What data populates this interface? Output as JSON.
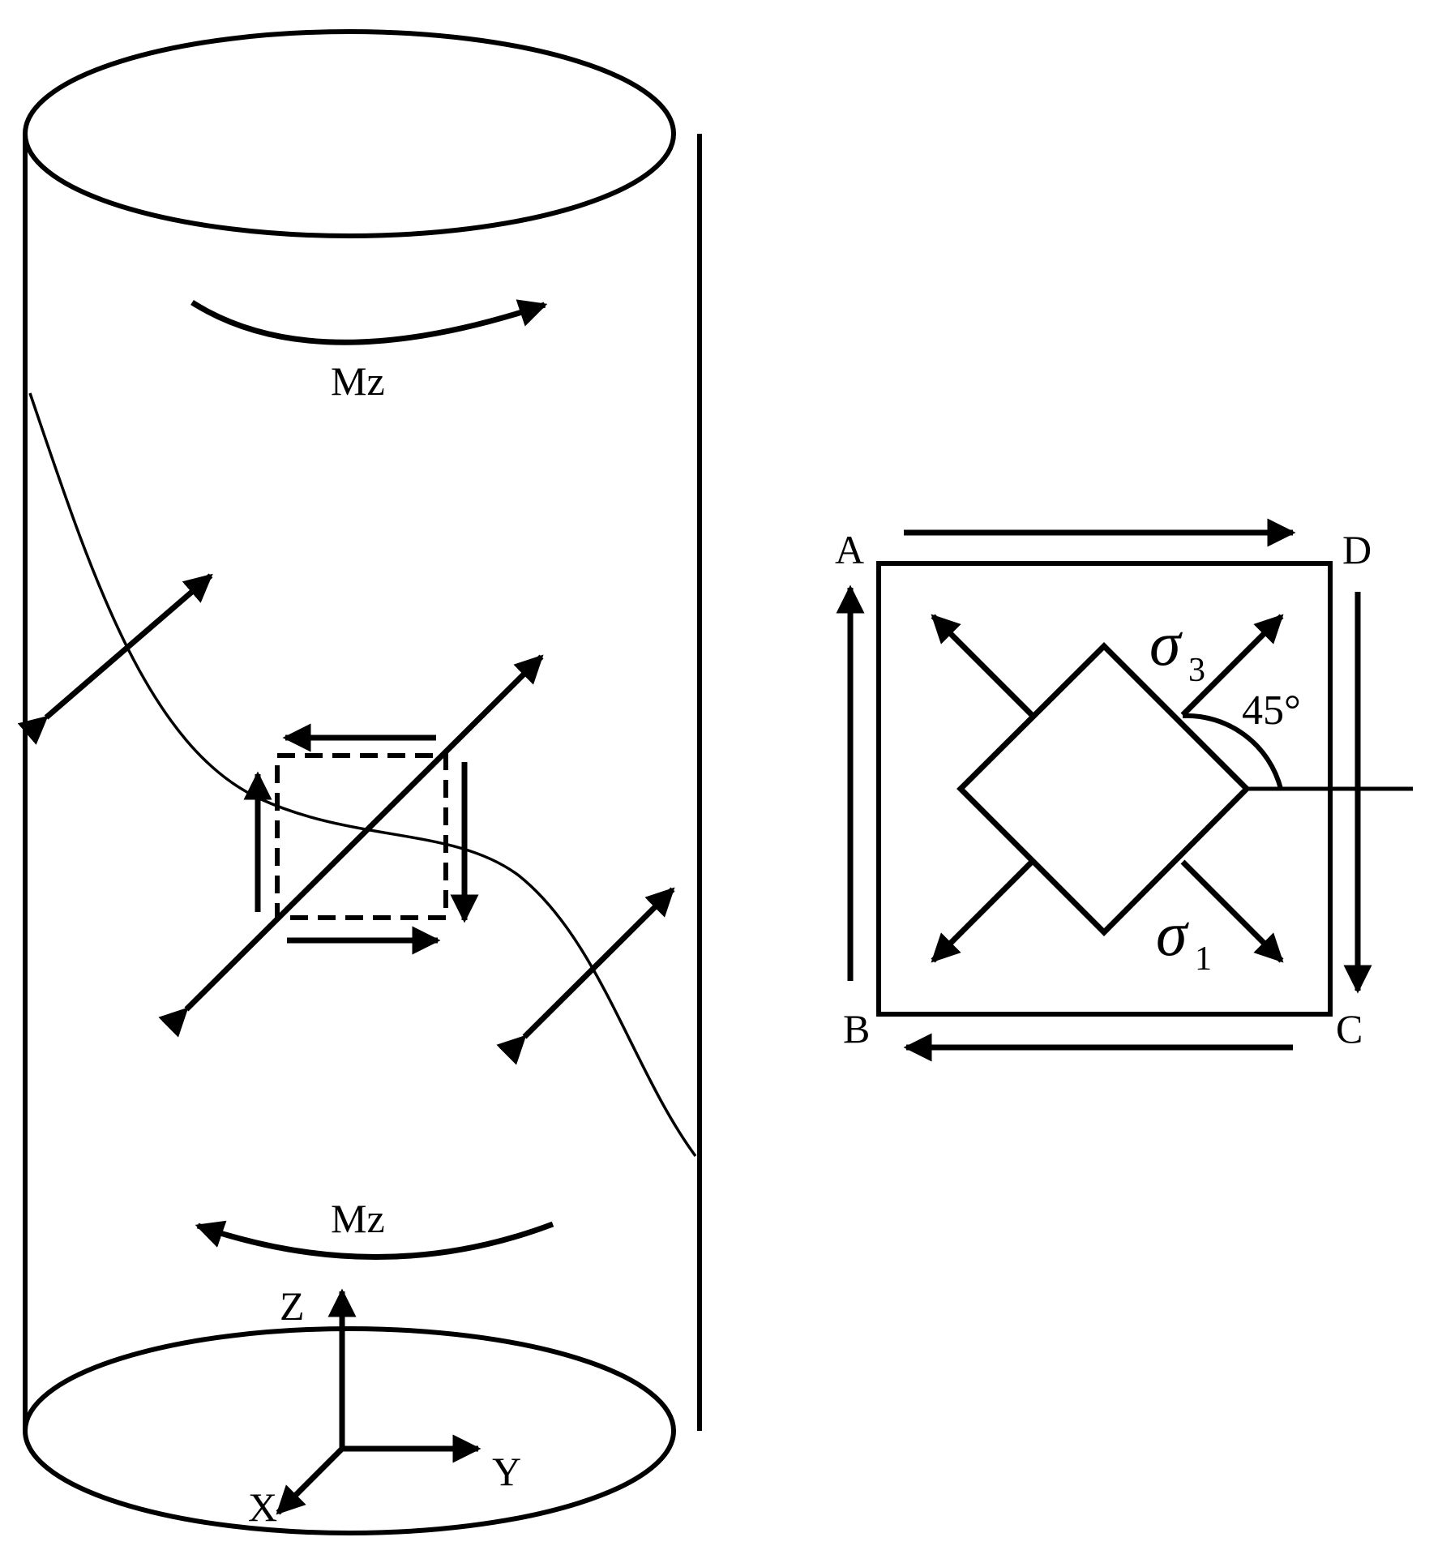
{
  "labels": {
    "moment_top": "Mz",
    "moment_bottom": "Mz",
    "axis_z": "Z",
    "axis_y": "Y",
    "axis_x": "X",
    "corner_a": "A",
    "corner_b": "B",
    "corner_c": "C",
    "corner_d": "D",
    "sigma_3_symbol": "σ",
    "sigma_3_subscript": "3",
    "sigma_1_symbol": "σ",
    "sigma_1_subscript": "1",
    "angle": "45°"
  }
}
